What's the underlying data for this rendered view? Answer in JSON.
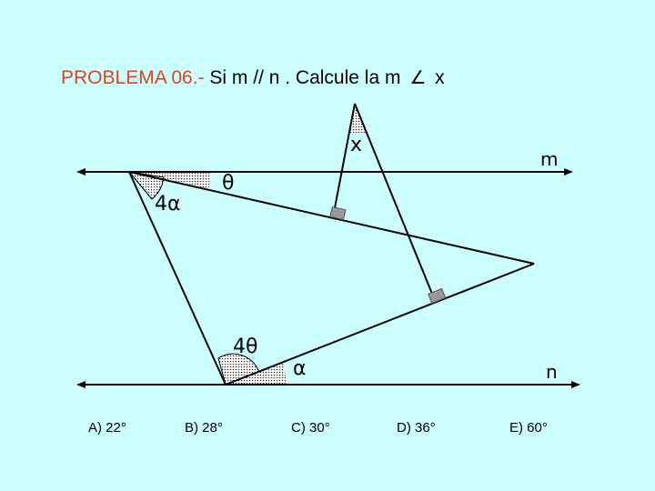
{
  "title": {
    "problem": "PROBLEMA 06.-",
    "statement_a": "Si  m // n . Calcule  la m",
    "statement_b": "x"
  },
  "figure": {
    "line_m_label": "m",
    "line_n_label": "n",
    "angle_x_label": "x",
    "angle_theta_label": "θ",
    "angle_4alpha_label": "4α",
    "angle_4theta_label": "4θ",
    "angle_alpha_label": "α"
  },
  "options": [
    {
      "label": "A) 22°"
    },
    {
      "label": "B) 28°"
    },
    {
      "label": "C) 30°"
    },
    {
      "label": "D) 36°"
    },
    {
      "label": "E) 60°"
    }
  ],
  "colors": {
    "background": "#ccffff",
    "problem_label": "#e0441a",
    "right_angle_mark": "#999999"
  }
}
